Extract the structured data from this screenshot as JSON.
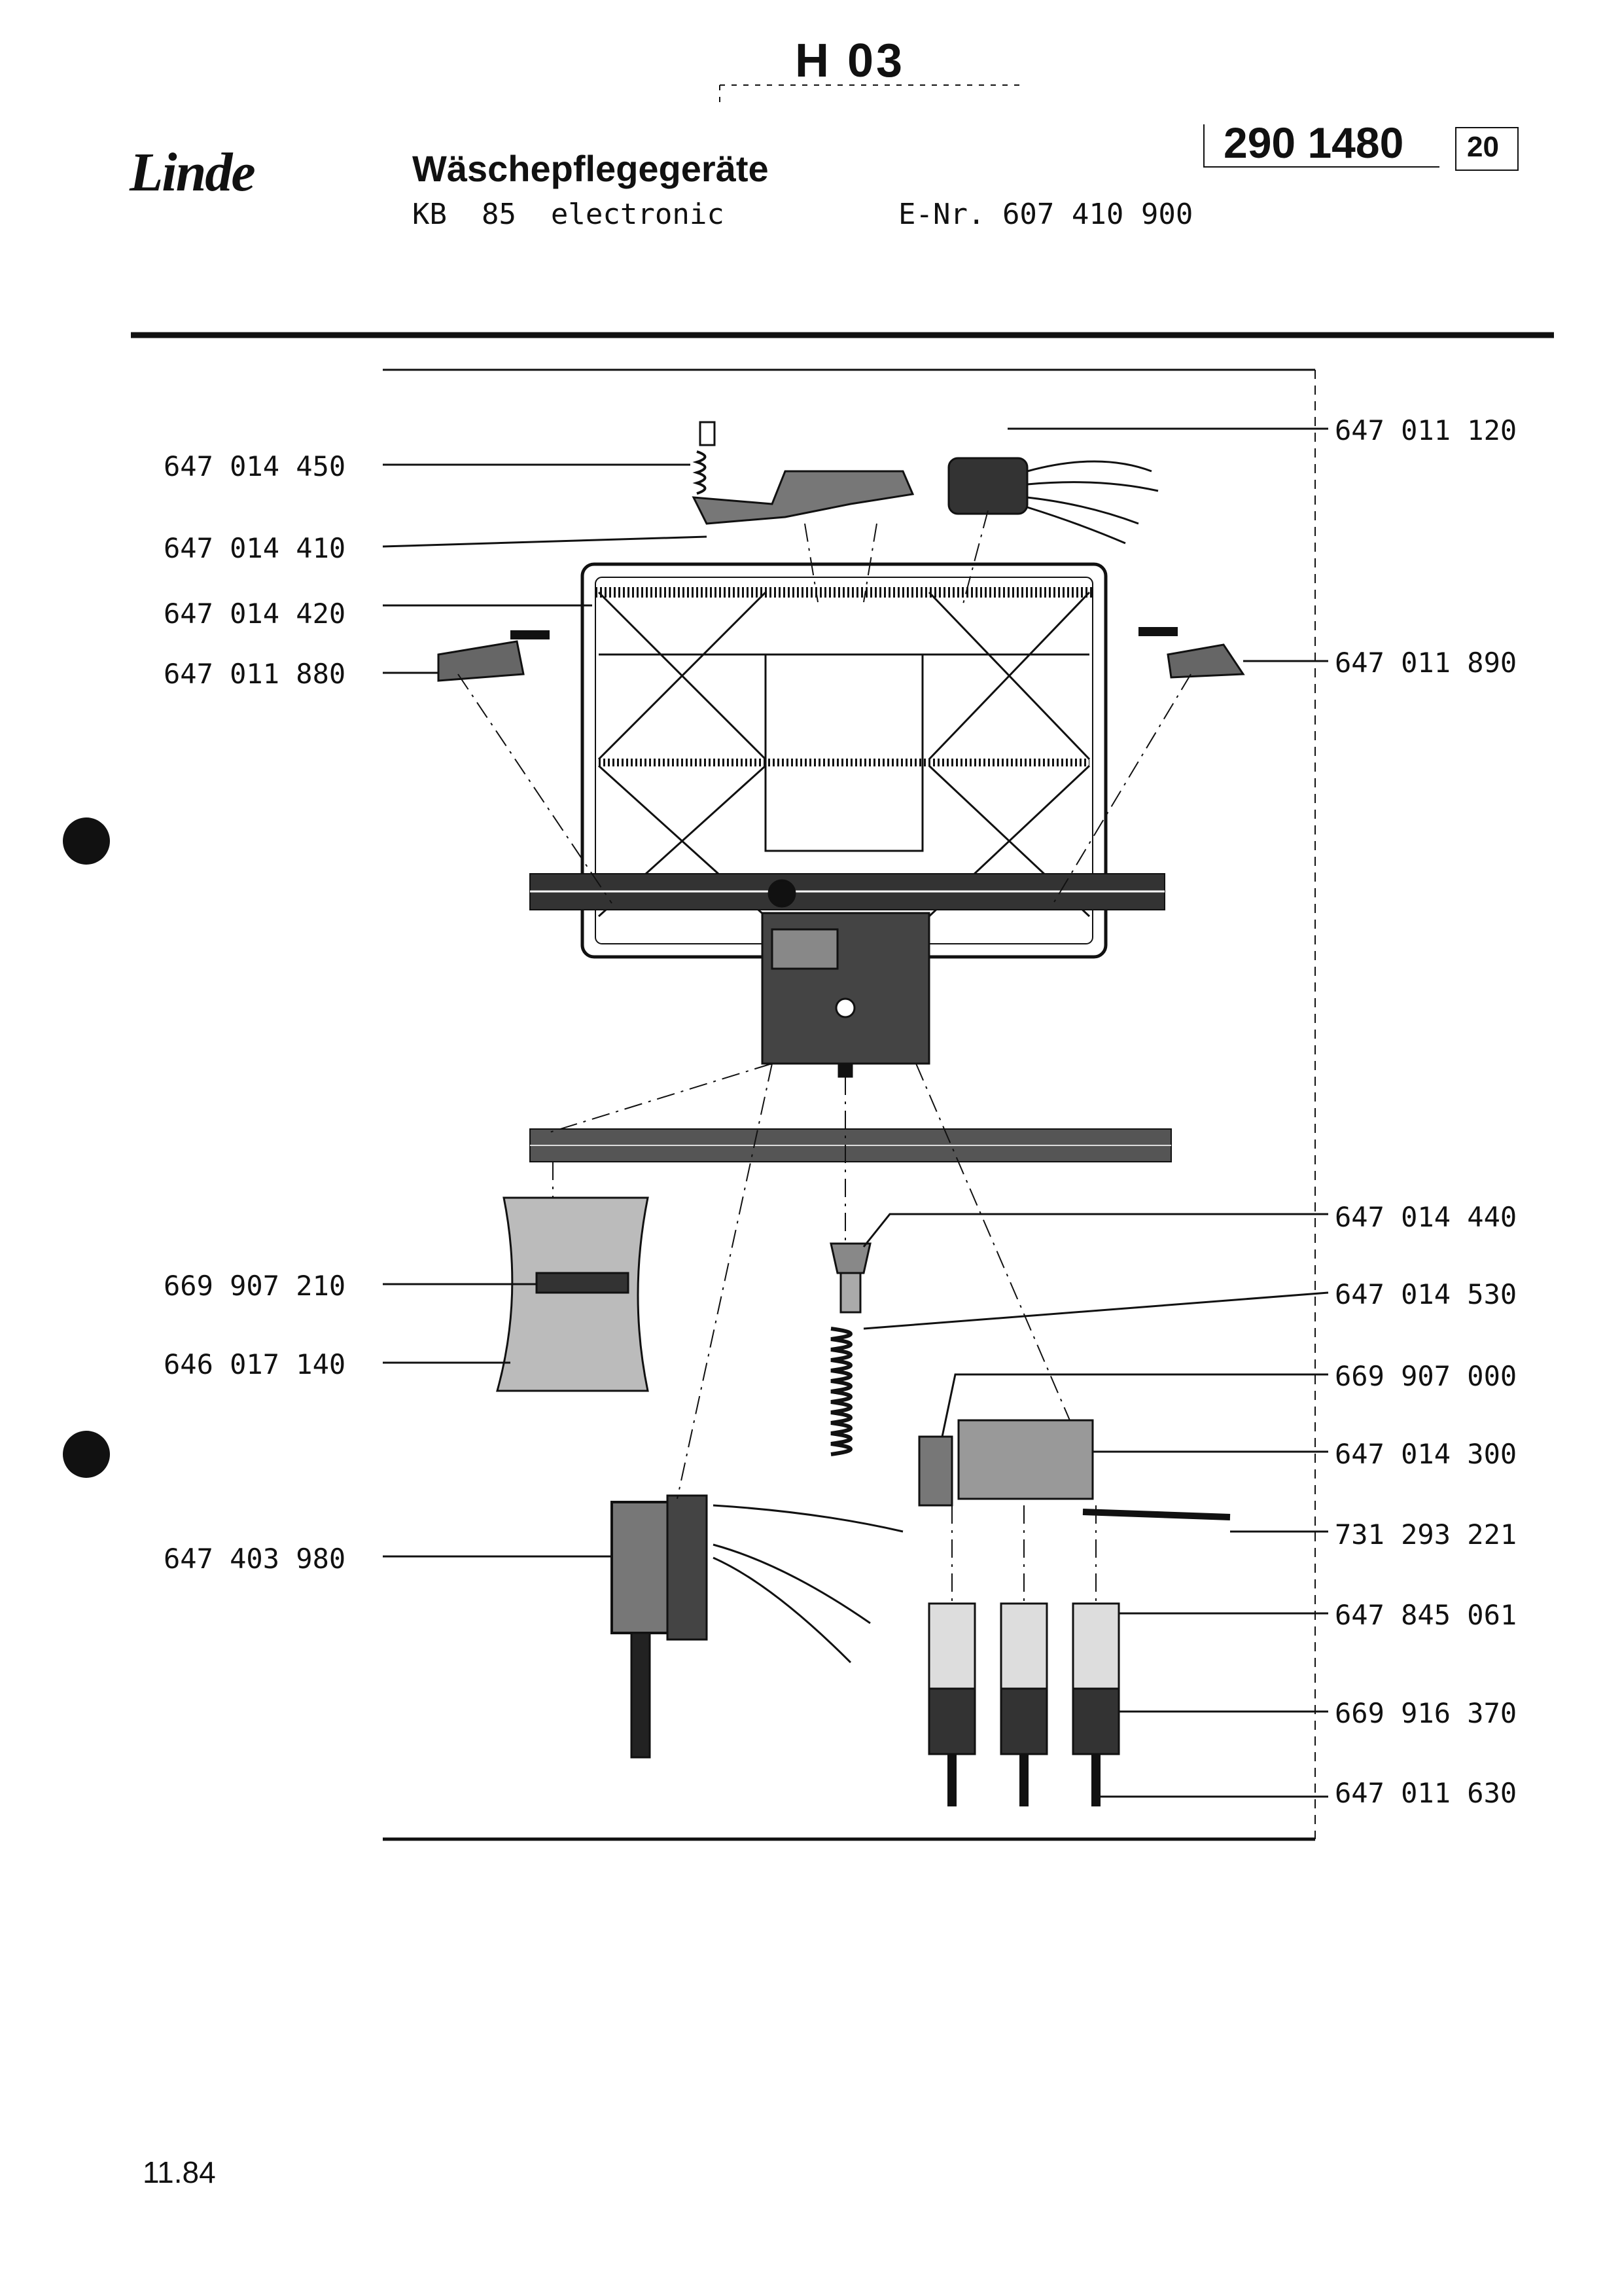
{
  "header": {
    "sheet_code": "H 03",
    "brand_logo": "Linde",
    "product_group": "Wäschepflegegeräte",
    "model": "KB  85  electronic",
    "enr": "E-Nr. 607 410 900",
    "document_number": "290 1480",
    "page_number": "20"
  },
  "parts_left": [
    "647 014 450",
    "647 014 410",
    "647 014 420",
    "647 011 880",
    "669 907 210",
    "646 017 140",
    "647 403 980"
  ],
  "parts_right": [
    "647 011 120",
    "647 011 890",
    "647 014 440",
    "647 014 530",
    "669 907 000",
    "647 014 300",
    "731 293 221",
    "647 845 061",
    "669 916 370",
    "647 011 630"
  ],
  "footer": {
    "date": "11.84"
  }
}
